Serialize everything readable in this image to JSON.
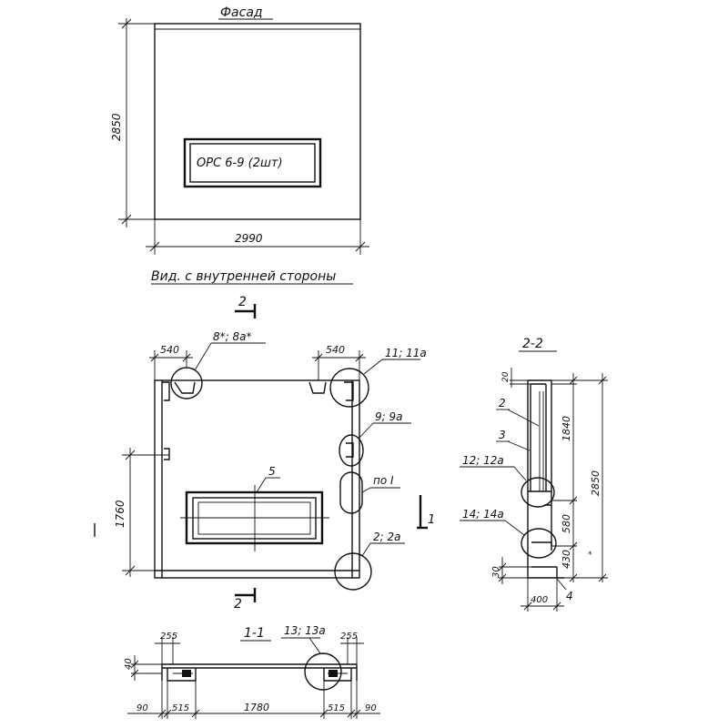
{
  "facade": {
    "title": "Фасад",
    "window_label": "ОРС 6-9 (2шт)",
    "dim_height": "2850",
    "dim_width": "2990"
  },
  "inner_view": {
    "title": "Вид. с внутренней стороны",
    "section_2_top": "2",
    "section_2_bottom": "2",
    "section_1_mark": "1",
    "dim_540_left": "540",
    "dim_540_right": "540",
    "callout_8": "8*; 8а*",
    "callout_11": "11; 11а",
    "callout_9": "9; 9а",
    "callout_5": "5",
    "callout_po": "по I",
    "callout_2": "2; 2а",
    "dim_1760": "1760"
  },
  "section_2_2": {
    "title": "2-2",
    "callout_2": "2",
    "callout_3": "3",
    "callout_12": "12; 12а",
    "callout_14": "14; 14а",
    "callout_4": "4",
    "dim_20": "20",
    "dim_1840": "1840",
    "dim_2850": "2850",
    "dim_580": "580",
    "dim_430": "430",
    "dim_30": "30",
    "dim_400": "400"
  },
  "section_1_1": {
    "title": "1-1",
    "callout_13": "13; 13а",
    "dim_255_left": "255",
    "dim_255_right": "255",
    "dim_40": "40",
    "dim_90_left": "90",
    "dim_515_left": "515",
    "dim_1780": "1780",
    "dim_515_right": "515",
    "dim_90_right": "90"
  }
}
